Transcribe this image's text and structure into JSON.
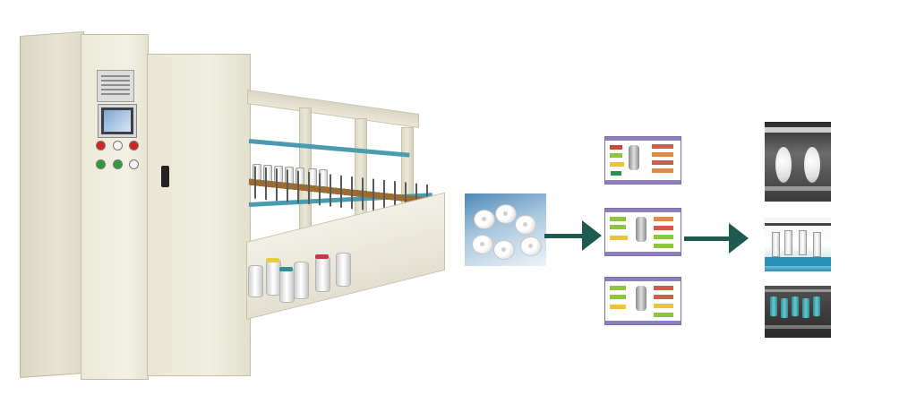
{
  "machine": {
    "panel_label": "",
    "status_buttons": [
      "red",
      "white",
      "red",
      "green",
      "green",
      "white"
    ]
  },
  "flow": {
    "arrow_count": 2,
    "arrow_color": "#1f5a50"
  },
  "hmi_screens": [
    {
      "name": "screen-1",
      "accent": "#8d7fbf"
    },
    {
      "name": "screen-2",
      "accent": "#8d7fbf"
    },
    {
      "name": "screen-3",
      "accent": "#8d7fbf"
    }
  ],
  "colors": {
    "cabinet": "#ece9d8",
    "rail": "#4a9bb0",
    "arrow": "#1f5a50",
    "background": "#ffffff"
  },
  "icons": [
    "arrow-right-icon",
    "arrow-right-icon"
  ]
}
